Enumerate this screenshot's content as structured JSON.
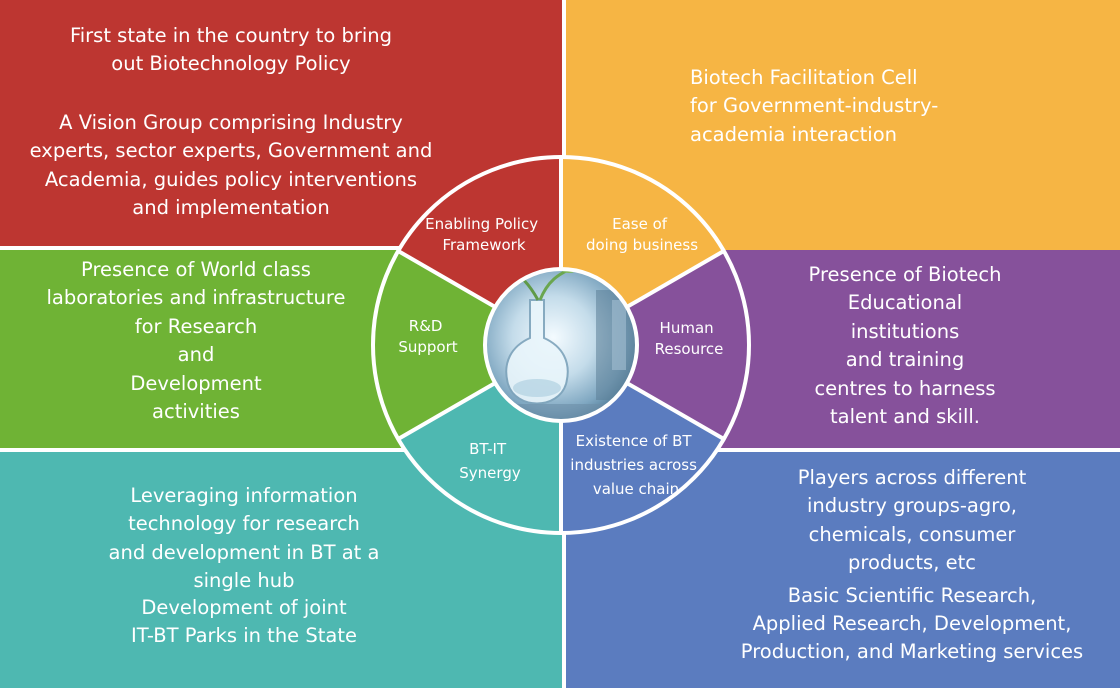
{
  "colors": {
    "top_left": "#bd3631",
    "top_right": "#f6b544",
    "mid_left": "#6fb335",
    "mid_right": "#86519b",
    "bottom_left": "#4eb8b1",
    "bottom_right": "#5b7cbf",
    "divider": "#ffffff"
  },
  "panels": {
    "top_left": {
      "p1": [
        "First state in the country to bring",
        "out  Biotechnology Policy"
      ],
      "p2": [
        "A Vision Group comprising Industry",
        "experts, sector experts, Government and",
        "Academia, guides policy interventions",
        "and implementation"
      ]
    },
    "top_right": {
      "p1": [
        "Biotech Facilitation Cell",
        "for Government-industry-",
        "academia interaction"
      ]
    },
    "mid_left": {
      "p1": [
        "Presence of World class",
        "laboratories and infrastructure",
        "for Research",
        "and",
        "Development",
        "activities"
      ]
    },
    "mid_right": {
      "p1": [
        "Presence of Biotech",
        "Educational",
        "institutions",
        "and training",
        "centres to harness",
        "talent and skill."
      ]
    },
    "bottom_left": {
      "p1": [
        "Leveraging information",
        "technology for research",
        "and development in BT at a",
        "single hub"
      ],
      "p2": [
        "Development of joint",
        "IT-BT Parks in the State"
      ]
    },
    "bottom_right": {
      "p1": [
        "Players across different",
        "industry groups-agro,",
        "chemicals, consumer",
        "products, etc"
      ],
      "p2": [
        "Basic Scientific Research,",
        "Applied Research, Development,",
        "Production, and Marketing services"
      ]
    }
  },
  "wheel": {
    "segments": {
      "policy": [
        "Enabling Policy",
        "Framework"
      ],
      "business": [
        "Ease of",
        "doing business"
      ],
      "rnd": [
        "R&D",
        "Support"
      ],
      "hr": [
        "Human",
        "Resource"
      ],
      "btit": [
        "BT-IT",
        "Synergy"
      ],
      "industries": [
        "Existence of BT",
        "industries across",
        "value chain"
      ]
    },
    "center_image": "laboratory-flask-photo"
  }
}
